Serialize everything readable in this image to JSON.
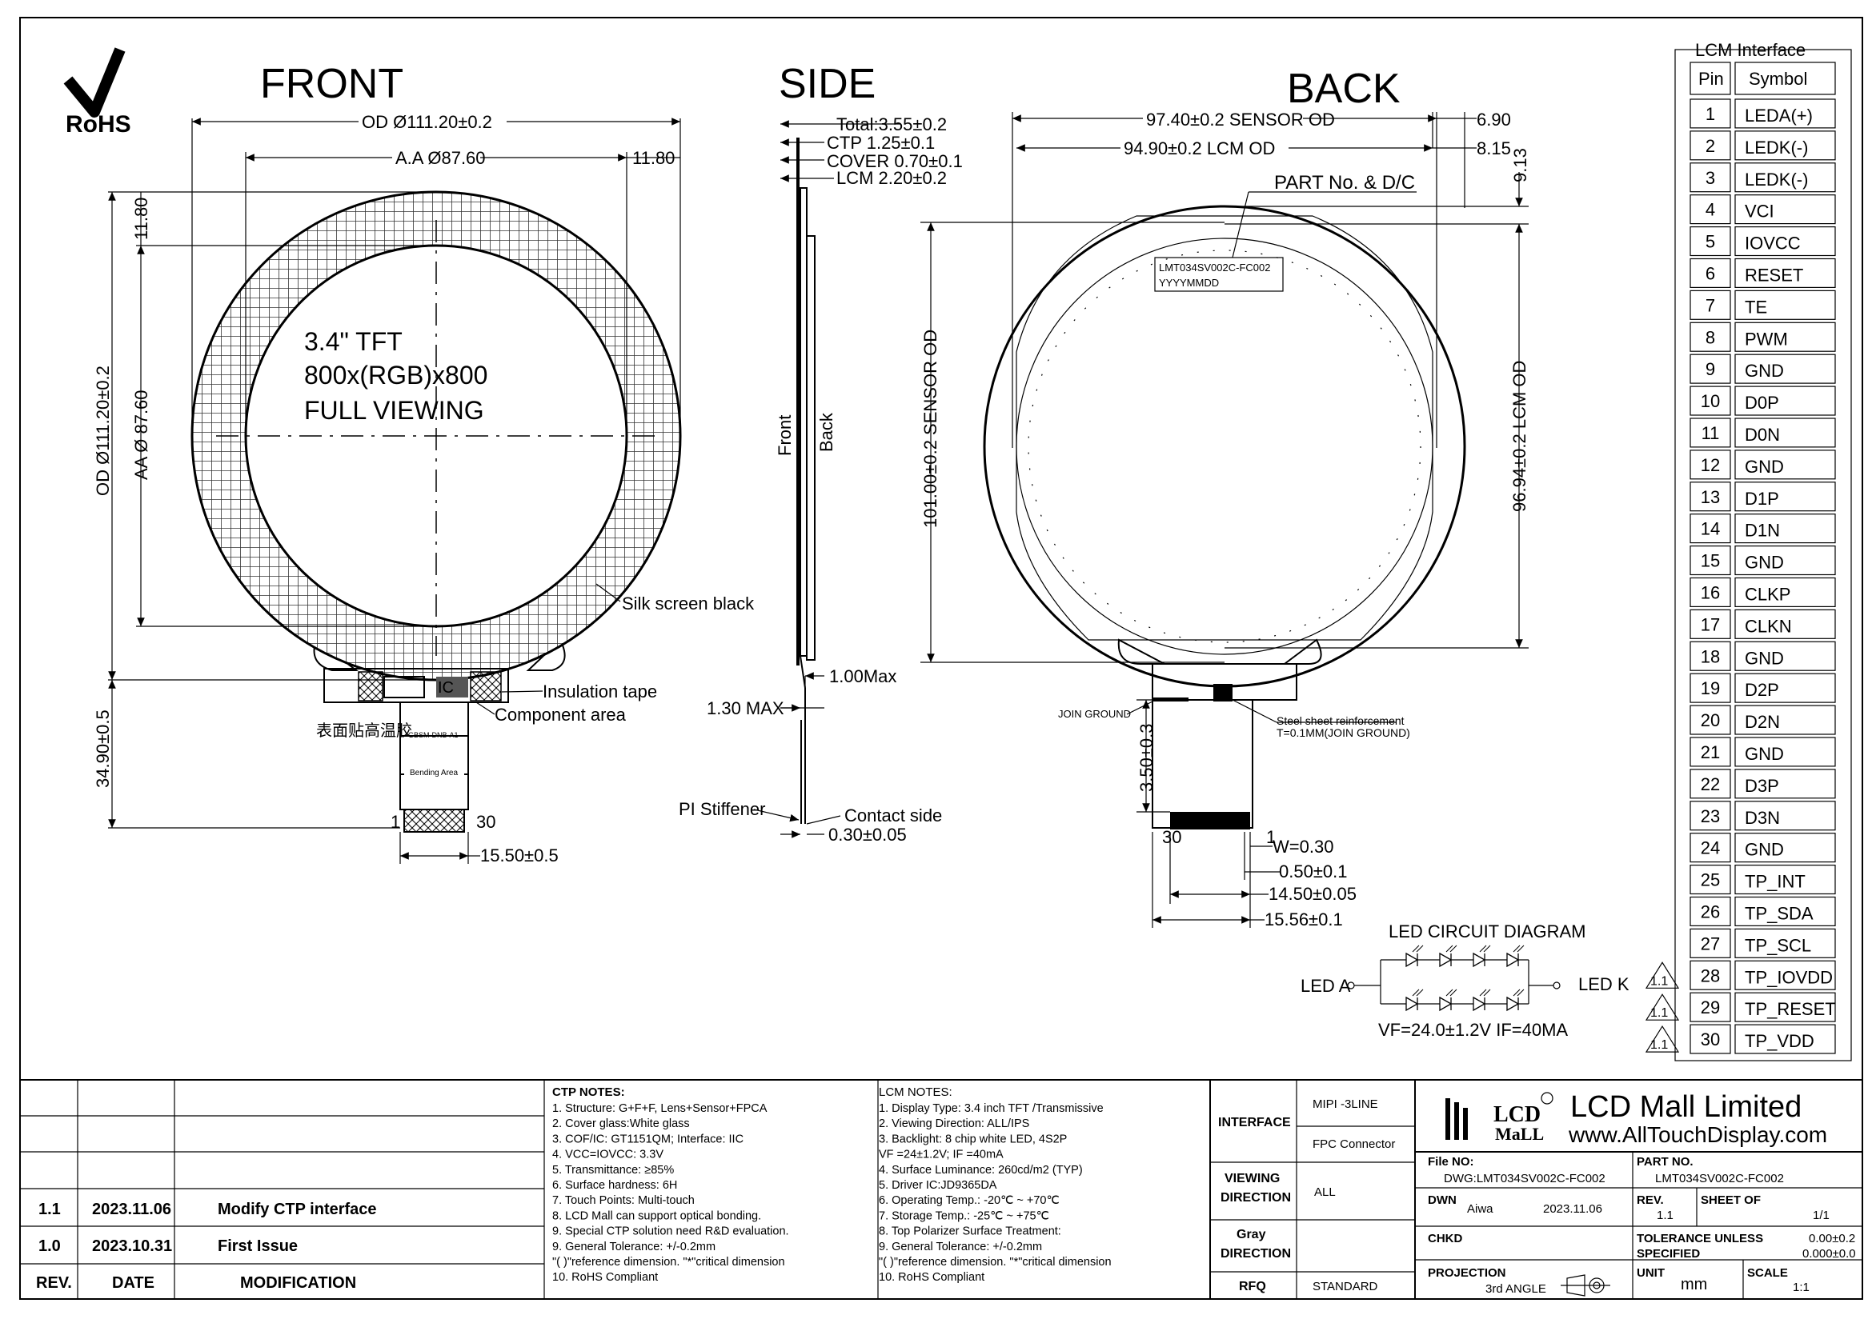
{
  "titles": {
    "front": "FRONT",
    "side": "SIDE",
    "back": "BACK",
    "rohs": "RoHS"
  },
  "front": {
    "od_top": "OD Ø111.20±0.2",
    "aa_top": "A.A Ø87.60",
    "border_top": "11.80",
    "border_left": "11.80",
    "od_left": "OD Ø111.20±0.2",
    "aa_left": "AA Ø 87.60",
    "tail_len": "34.90±0.5",
    "tail_w": "15.50±0.5",
    "display_lines": [
      "3.4\"  TFT",
      "800x(RGB)x800",
      "FULL VIEWING"
    ],
    "silk": "Silk screen black",
    "insulation": "Insulation tape",
    "component": "Component area",
    "chinese": "表面贴高温胶",
    "ic": "IC",
    "code": "GBSM-DNB-A1",
    "bending": "Bending Area",
    "pin1": "1",
    "pin30": "30"
  },
  "side": {
    "total": "Total:3.55±0.2",
    "ctp": "CTP 1.25±0.1",
    "cover": "COVER 0.70±0.1",
    "lcm": "LCM 2.20±0.2",
    "front_lbl": "Front",
    "back_lbl": "Back",
    "fpc_max": "1.00Max",
    "max130": "1.30 MAX",
    "pi": "PI Stiffener",
    "contact": "Contact side",
    "thk": "0.30±0.05"
  },
  "back": {
    "sensor_od": "97.40±0.2 SENSOR OD",
    "lcm_od": "94.90±0.2 LCM OD",
    "d690": "6.90",
    "d815": "8.15",
    "d913": "9.13",
    "partno": "PART No. & D/C",
    "label1": "LMT034SV002C-FC002",
    "label2": "YYYYMMDD",
    "sensor_left": "101.00±0.2 SENSOR OD",
    "lcm_right": "96.94±0.2 LCM OD",
    "join": "JOIN GROUND",
    "steel1": "Steel sheet reinforcement",
    "steel2": "T=0.1MM(JOIN GROUND)",
    "d350": "3.50±0.3",
    "pin30": "30",
    "pin1": "1",
    "w": "W=0.30",
    "d050": "0.50±0.1",
    "d1450": "14.50±0.05",
    "d1556": "15.56±0.1"
  },
  "led": {
    "title": "LED CIRCUIT DIAGRAM",
    "a": "LED A",
    "k": "LED K",
    "vf": "VF=24.0±1.2V  IF=40MA"
  },
  "pins": {
    "title": "LCM Interface",
    "h_pin": "Pin",
    "h_sym": "Symbol",
    "rows": [
      [
        "1",
        "LEDA(+)"
      ],
      [
        "2",
        "LEDK(-)"
      ],
      [
        "3",
        "LEDK(-)"
      ],
      [
        "4",
        "VCI"
      ],
      [
        "5",
        "IOVCC"
      ],
      [
        "6",
        "RESET"
      ],
      [
        "7",
        "TE"
      ],
      [
        "8",
        "PWM"
      ],
      [
        "9",
        "GND"
      ],
      [
        "10",
        "D0P"
      ],
      [
        "11",
        "D0N"
      ],
      [
        "12",
        "GND"
      ],
      [
        "13",
        "D1P"
      ],
      [
        "14",
        "D1N"
      ],
      [
        "15",
        "GND"
      ],
      [
        "16",
        "CLKP"
      ],
      [
        "17",
        "CLKN"
      ],
      [
        "18",
        "GND"
      ],
      [
        "19",
        "D2P"
      ],
      [
        "20",
        "D2N"
      ],
      [
        "21",
        "GND"
      ],
      [
        "22",
        "D3P"
      ],
      [
        "23",
        "D3N"
      ],
      [
        "24",
        "GND"
      ],
      [
        "25",
        "TP_INT"
      ],
      [
        "26",
        "TP_SDA"
      ],
      [
        "27",
        "TP_SCL"
      ],
      [
        "28",
        "TP_IOVDD"
      ],
      [
        "29",
        "TP_RESET"
      ],
      [
        "30",
        "TP_VDD"
      ]
    ],
    "rev_mark": "1.1"
  },
  "revisions": {
    "h_rev": "REV.",
    "h_date": "DATE",
    "h_mod": "MODIFICATION",
    "rows": [
      [
        "1.1",
        "2023.11.06",
        "Modify CTP interface"
      ],
      [
        "1.0",
        "2023.10.31",
        "First Issue"
      ]
    ]
  },
  "ctp_notes": {
    "title": "CTP NOTES:",
    "lines": [
      "1. Structure: G+F+F, Lens+Sensor+FPCA",
      "2. Cover glass:White glass",
      "3. COF/IC: GT1151QM; Interface: IIC",
      "4. VCC=IOVCC:  3.3V",
      "5. Transmittance: ≥85%",
      "6. Surface hardness: 6H",
      "7. Touch Points:  Multi-touch",
      "8. LCD Mall can support optical bonding.",
      "9. Special CTP solution need R&D evaluation.",
      "9. General Tolerance: +/-0.2mm",
      "   \"( )\"reference dimension. \"*\"critical dimension",
      "10. RoHS Compliant"
    ]
  },
  "lcm_notes": {
    "title": "LCM NOTES:",
    "lines": [
      "1. Display Type: 3.4 inch TFT /Transmissive",
      "2. Viewing Direction: ALL/IPS",
      "3. Backlight: 8 chip white LED, 4S2P",
      "             VF =24±1.2V; IF =40mA",
      "4. Surface Luminance: 260cd/m2 (TYP)",
      "5. Driver IC:JD9365DA",
      "6. Operating Temp.: -20℃ ~ +70℃",
      "7. Storage Temp.: -25℃ ~ +75℃",
      "8. Top Polarizer Surface Treatment:",
      "9. General Tolerance: +/-0.2mm",
      "   \"( )\"reference dimension. \"*\"critical dimension",
      "10. RoHS Compliant"
    ]
  },
  "spec": {
    "interface": "INTERFACE",
    "mipi": "MIPI -3LINE",
    "fpc": "FPC Connector",
    "viewing1": "VIEWING",
    "viewing2": "DIRECTION",
    "all": "ALL",
    "gray1": "Gray",
    "gray2": "DIRECTION",
    "rfq": "RFQ",
    "standard": "STANDARD"
  },
  "company": {
    "logo1": "LCD",
    "logo2": "MaLL",
    "name": "LCD Mall Limited",
    "url": "www.AllTouchDisplay.com",
    "file_no_lbl": "File NO:",
    "file_no": "DWG:LMT034SV002C-FC002",
    "part_no_lbl": "PART NO.",
    "part_no": "LMT034SV002C-FC002",
    "dwn_lbl": "DWN",
    "dwn": "Aiwa",
    "dwn_date": "2023.11.06",
    "rev_lbl": "REV.",
    "rev": "1.1",
    "sheet_lbl": "SHEET OF",
    "sheet": "1/1",
    "chkd_lbl": "CHKD",
    "tol_lbl1": "TOLERANCE UNLESS",
    "tol_lbl2": "SPECIFIED",
    "tol1": "0.00±0.2",
    "tol2": "0.000±0.0",
    "proj_lbl": "PROJECTION",
    "proj": "3rd ANGLE",
    "unit_lbl": "UNIT",
    "unit": "mm",
    "scale_lbl": "SCALE",
    "scale": "1:1"
  }
}
